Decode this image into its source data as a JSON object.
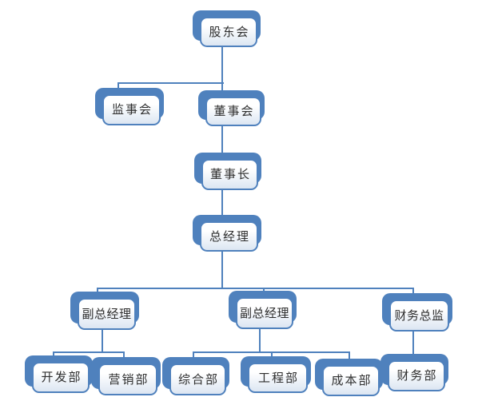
{
  "diagram": {
    "type": "org-chart",
    "nodes": [
      {
        "id": "shareholders-meeting",
        "label": "股东会",
        "level": 1
      },
      {
        "id": "supervisory-board",
        "label": "监事会",
        "level": 2
      },
      {
        "id": "board-of-directors",
        "label": "董事会",
        "level": 2
      },
      {
        "id": "board-chairman",
        "label": "董事长",
        "level": 3
      },
      {
        "id": "general-manager",
        "label": "总经理",
        "level": 4
      },
      {
        "id": "deputy-gm-1",
        "label": "副总经理",
        "level": 5
      },
      {
        "id": "deputy-gm-2",
        "label": "副总经理",
        "level": 5
      },
      {
        "id": "finance-director",
        "label": "财务总监",
        "level": 5
      },
      {
        "id": "development-dept",
        "label": "开发部",
        "level": 6
      },
      {
        "id": "marketing-dept",
        "label": "营销部",
        "level": 6
      },
      {
        "id": "general-affairs-dept",
        "label": "综合部",
        "level": 6
      },
      {
        "id": "engineering-dept",
        "label": "工程部",
        "level": 6
      },
      {
        "id": "cost-dept",
        "label": "成本部",
        "level": 6
      },
      {
        "id": "finance-dept",
        "label": "财务部",
        "level": 6
      }
    ],
    "edges": [
      {
        "from": "股东会",
        "to": "监事会"
      },
      {
        "from": "股东会",
        "to": "董事会"
      },
      {
        "from": "董事会",
        "to": "董事长"
      },
      {
        "from": "董事长",
        "to": "总经理"
      },
      {
        "from": "总经理",
        "to": "副总经理 (1)"
      },
      {
        "from": "总经理",
        "to": "副总经理 (2)"
      },
      {
        "from": "总经理",
        "to": "财务总监"
      },
      {
        "from": "副总经理 (1)",
        "to": "开发部"
      },
      {
        "from": "副总经理 (1)",
        "to": "营销部"
      },
      {
        "from": "副总经理 (2)",
        "to": "综合部"
      },
      {
        "from": "副总经理 (2)",
        "to": "工程部"
      },
      {
        "from": "副总经理 (2)",
        "to": "成本部"
      },
      {
        "from": "财务总监",
        "to": "财务部"
      }
    ]
  },
  "colors": {
    "accent": "#4f81bd",
    "box_fill_bottom": "#dce6f2",
    "text": "#2e2e2e",
    "bg": "#ffffff"
  }
}
